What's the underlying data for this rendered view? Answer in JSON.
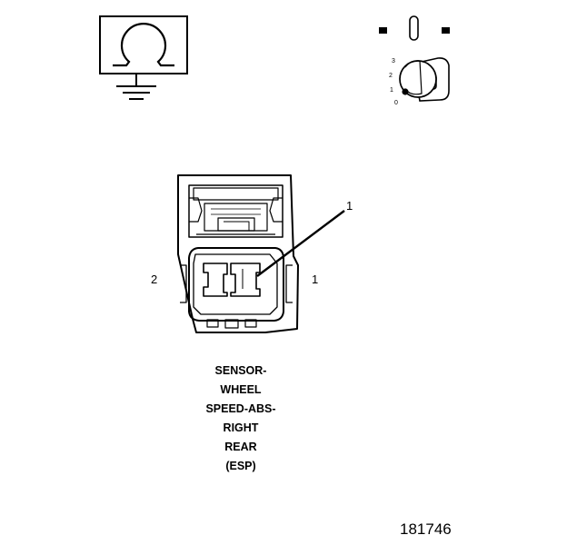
{
  "ignition_switch": {
    "positions": [
      "3",
      "2",
      "1",
      "0"
    ]
  },
  "connector": {
    "pin_labels": {
      "left": "2",
      "right": "1"
    },
    "callout": "1"
  },
  "component_label": [
    "SENSOR-",
    "WHEEL",
    "SPEED-ABS-",
    "RIGHT",
    "REAR",
    "(ESP)"
  ],
  "figure_id": "181746",
  "icons": {
    "resistance": "ohm-meter-icon",
    "ground": "ground-icon",
    "ignition": "ignition-key-icon"
  }
}
